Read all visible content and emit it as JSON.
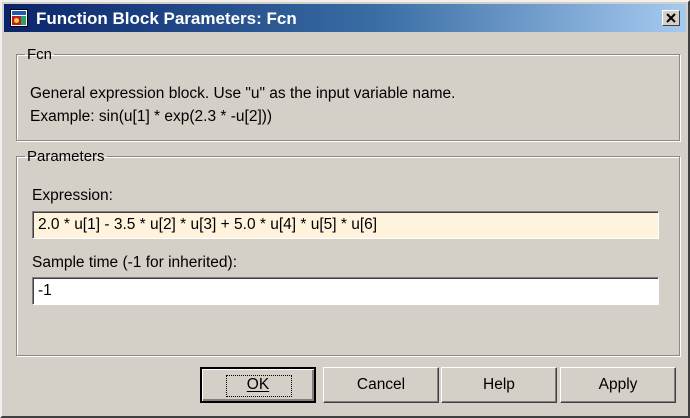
{
  "window": {
    "title": "Function Block Parameters: Fcn",
    "icon": "simulink-block-icon",
    "close_icon": "close-icon"
  },
  "description_group": {
    "legend": "Fcn",
    "line1": "General expression block. Use \"u\" as the input variable name.",
    "line2": "Example: sin(u[1] * exp(2.3 * -u[2]))"
  },
  "parameters_group": {
    "legend": "Parameters",
    "expression_label": "Expression:",
    "expression_value": "2.0 * u[1] - 3.5 * u[2] * u[3] + 5.0 * u[4] * u[5] * u[6]",
    "sample_time_label": "Sample time (-1 for inherited):",
    "sample_time_value": "-1"
  },
  "buttons": {
    "ok": "OK",
    "cancel": "Cancel",
    "help": "Help",
    "apply": "Apply"
  },
  "colors": {
    "title_gradient_start": "#0a246a",
    "title_gradient_end": "#a6caf0",
    "dialog_face": "#d4d0c8",
    "expression_field_bg": "#fff3dd"
  }
}
